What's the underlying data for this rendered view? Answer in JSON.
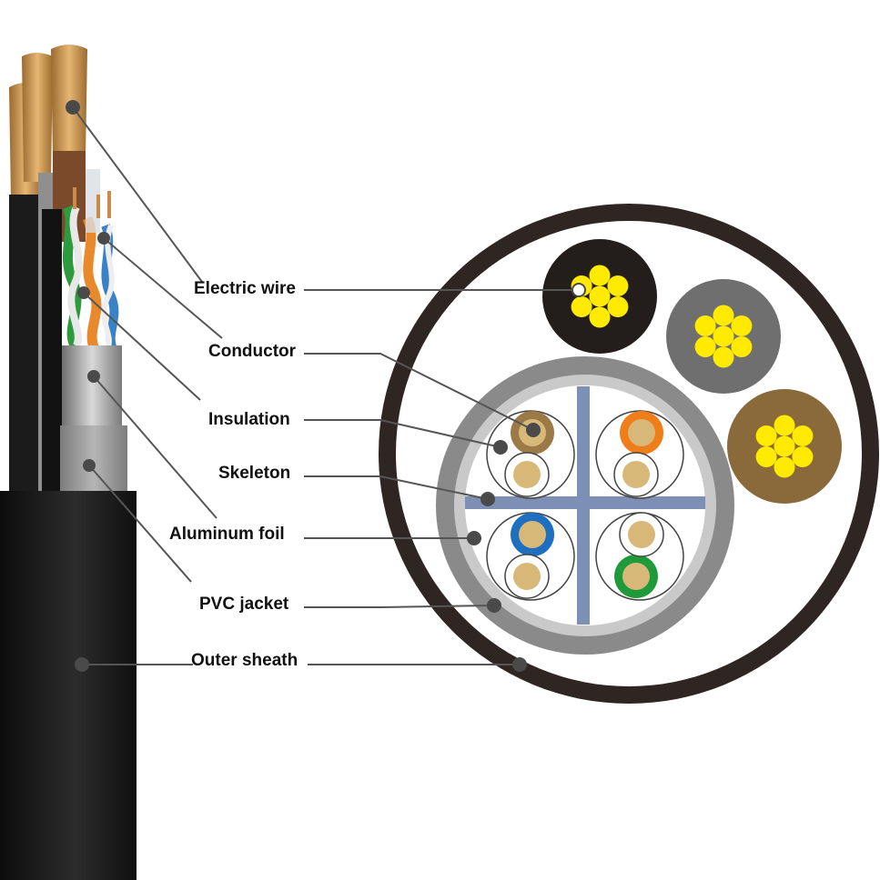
{
  "labels": {
    "electric_wire": "Electric wire",
    "conductor": "Conductor",
    "insulation": "Insulation",
    "skeleton": "Skeleton",
    "aluminum_foil": "Aluminum foil",
    "pvc_jacket": "PVC jacket",
    "outer_sheath": "Outer sheath"
  },
  "colors": {
    "outer_sheath": "#2f2624",
    "pvc_jacket": "#8a8a8a",
    "aluminum_foil": "#c9c9c9",
    "skeleton": "#7e8fb5",
    "conductor_gold": "#d8b878",
    "copper": "#c8884a",
    "wire_black": "#231d1b",
    "wire_gray": "#6f6f6f",
    "wire_brown": "#8a6a3a",
    "strand_yellow": "#ffea00",
    "pair_brown": "#9c7a48",
    "pair_orange": "#ef7d1a",
    "pair_blue": "#1e6fc0",
    "pair_green": "#1f9a3a",
    "leader_line": "#555555",
    "leader_dot": "#4a4a4a"
  }
}
